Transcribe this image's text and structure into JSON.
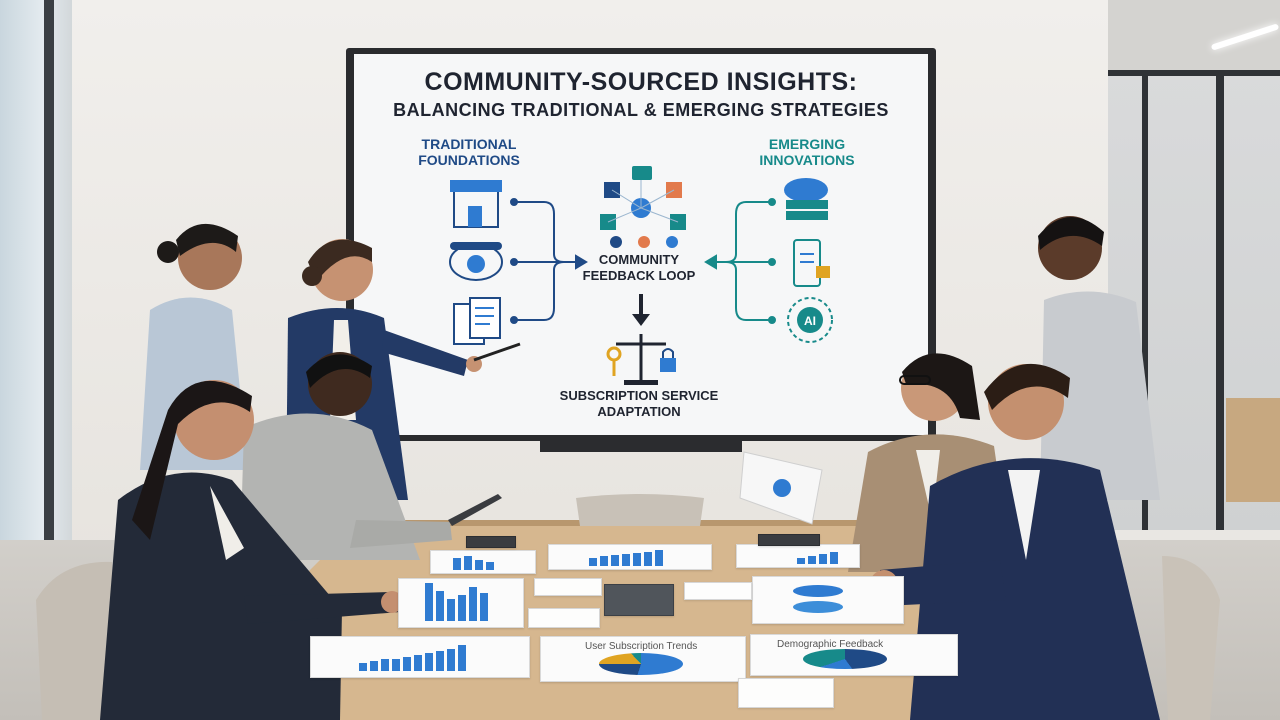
{
  "screen": {
    "title_line1": "COMMUNITY-SOURCED INSIGHTS:",
    "title_line2": "BALANCING TRADITIONAL & EMERGING STRATEGIES",
    "left_heading": "TRADITIONAL\nFOUNDATIONS",
    "right_heading": "EMERGING\nINNOVATIONS",
    "center_label": "COMMUNITY\nFEEDBACK LOOP",
    "bottom_label": "SUBSCRIPTION SERVICE\nADAPTATION",
    "ai_badge": "AI",
    "left_icons": [
      "storefront-icon",
      "telephone-icon",
      "documents-icon"
    ],
    "right_icons": [
      "cloud-server-icon",
      "mobile-lock-icon",
      "ai-network-icon"
    ],
    "center_icons": [
      "people-network-icon",
      "scale-key-lock-icon"
    ],
    "colors": {
      "navy": "#1f4a86",
      "teal": "#178a8a",
      "text": "#1f2430"
    }
  },
  "table": {
    "papers": [
      {
        "caption": "User Subscription Trends"
      },
      {
        "caption": "Demographic Feedback"
      }
    ]
  },
  "colors": {
    "chart_blue": "#2f7bd1",
    "table_wood": "#d6b78f"
  }
}
